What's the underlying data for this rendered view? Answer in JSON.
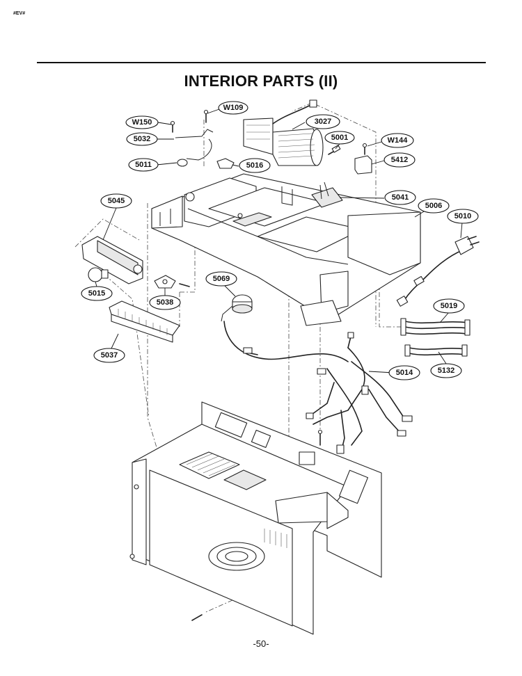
{
  "header": {
    "corner_code": "#EV#",
    "title": "INTERIOR PARTS (II)"
  },
  "footer": {
    "page_number": "-50-"
  },
  "callouts": [
    {
      "id": "c-w109",
      "label": "W109"
    },
    {
      "id": "c-w150",
      "label": "W150"
    },
    {
      "id": "c-5032",
      "label": "5032"
    },
    {
      "id": "c-3027",
      "label": "3027"
    },
    {
      "id": "c-5001",
      "label": "5001"
    },
    {
      "id": "c-w144",
      "label": "W144"
    },
    {
      "id": "c-5011",
      "label": "5011"
    },
    {
      "id": "c-5016",
      "label": "5016"
    },
    {
      "id": "c-5412",
      "label": "5412"
    },
    {
      "id": "c-5045",
      "label": "5045"
    },
    {
      "id": "c-5041",
      "label": "5041"
    },
    {
      "id": "c-5006",
      "label": "5006"
    },
    {
      "id": "c-5010",
      "label": "5010"
    },
    {
      "id": "c-5069",
      "label": "5069"
    },
    {
      "id": "c-5015",
      "label": "5015"
    },
    {
      "id": "c-5038",
      "label": "5038"
    },
    {
      "id": "c-5019",
      "label": "5019"
    },
    {
      "id": "c-5037",
      "label": "5037"
    },
    {
      "id": "c-5014",
      "label": "5014"
    },
    {
      "id": "c-5132",
      "label": "5132"
    }
  ]
}
